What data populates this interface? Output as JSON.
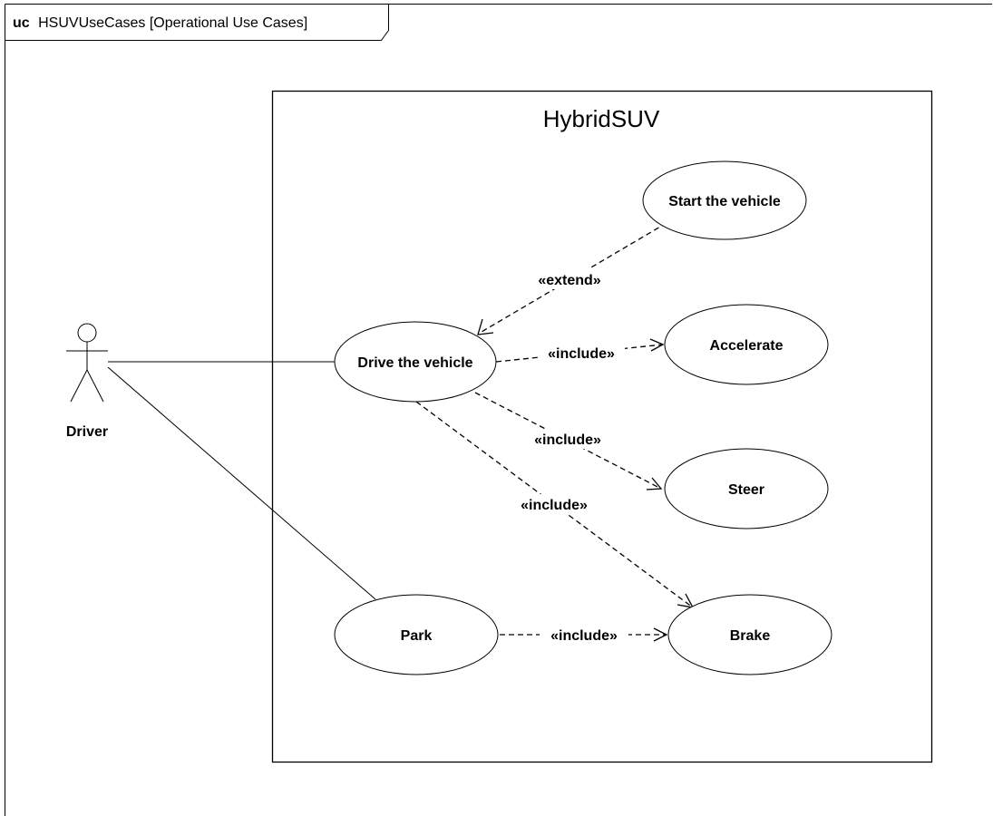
{
  "frame": {
    "keyword": "uc",
    "name": "HSUVUseCases [Operational Use Cases]"
  },
  "system": {
    "name": "HybridSUV"
  },
  "actor": {
    "name": "Driver"
  },
  "use_cases": {
    "start": "Start the vehicle",
    "drive": "Drive the vehicle",
    "accelerate": "Accelerate",
    "steer": "Steer",
    "park": "Park",
    "brake": "Brake"
  },
  "relationships": {
    "extend_start_drive": "«extend»",
    "include_drive_accelerate": "«include»",
    "include_drive_steer": "«include»",
    "include_drive_brake": "«include»",
    "include_park_brake": "«include»"
  }
}
